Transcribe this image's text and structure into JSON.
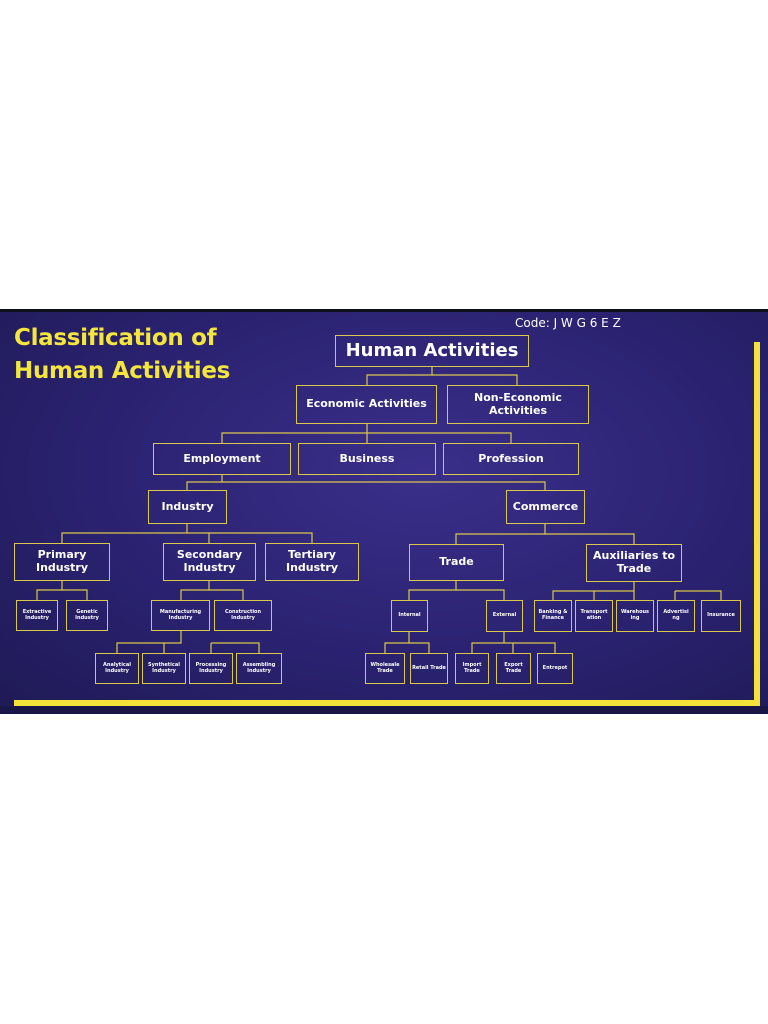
{
  "title": "Classification of Human Activities",
  "code": "Code: J W G 6 E Z",
  "nodes": {
    "human_activities": "Human Activities",
    "economic_activities": "Economic Activities",
    "non_economic_activities": "Non-Economic Activities",
    "employment": "Employment",
    "business": "Business",
    "profession": "Profession",
    "industry": "Industry",
    "commerce": "Commerce",
    "primary_industry": "Primary Industry",
    "secondary_industry": "Secondary Industry",
    "tertiary_industry": "Tertiary Industry",
    "trade": "Trade",
    "auxiliaries_to_trade": "Auxiliaries to Trade",
    "extractive_industry": "Extractive Industry",
    "genetic_industry": "Genetic Industry",
    "manufacturing_industry": "Manufacturing Industry",
    "construction_industry": "Construction Industry",
    "internal": "Internal",
    "external": "External",
    "banking_finance": "Banking & Finance",
    "transportation": "Transport ation",
    "warehousing": "Warehous ing",
    "advertising": "Advertisi ng",
    "insurance": "Insurance",
    "analytical_industry": "Analytical Industry",
    "synthetical_industry": "Synthetical Industry",
    "processing_industry": "Processing Industry",
    "assembling_industry": "Assembling Industry",
    "wholesale_trade": "Wholesale Trade",
    "retail_trade": "Retail Trade",
    "import_trade": "Import Trade",
    "export_trade": "Export Trade",
    "entrepot": "Entrepot"
  },
  "colors": {
    "background": "#2a2270",
    "accent": "#f2e23a",
    "border": "#d9c84a",
    "text": "#ffffff"
  }
}
